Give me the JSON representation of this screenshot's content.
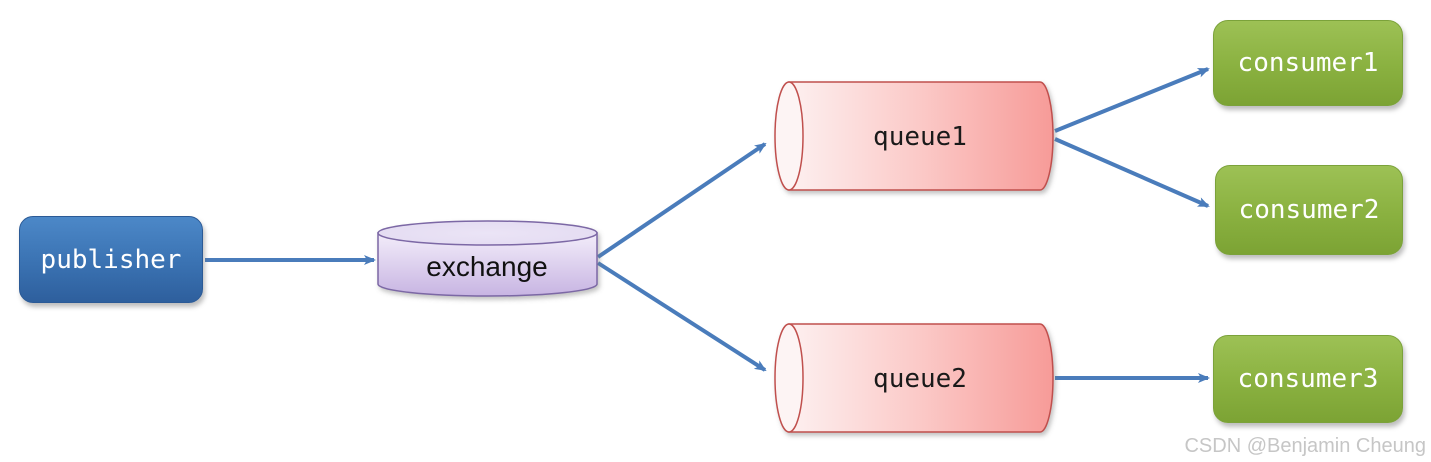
{
  "nodes": {
    "publisher": {
      "label": "publisher",
      "shape": "rounded-box",
      "fill": "blue"
    },
    "exchange": {
      "label": "exchange",
      "shape": "cylinder-vertical",
      "fill": "purple"
    },
    "queue1": {
      "label": "queue1",
      "shape": "cylinder-horizontal",
      "fill": "pink"
    },
    "queue2": {
      "label": "queue2",
      "shape": "cylinder-horizontal",
      "fill": "pink"
    },
    "consumer1": {
      "label": "consumer1",
      "shape": "rounded-box",
      "fill": "green"
    },
    "consumer2": {
      "label": "consumer2",
      "shape": "rounded-box",
      "fill": "green"
    },
    "consumer3": {
      "label": "consumer3",
      "shape": "rounded-box",
      "fill": "green"
    }
  },
  "edges": [
    {
      "from": "publisher",
      "to": "exchange"
    },
    {
      "from": "exchange",
      "to": "queue1"
    },
    {
      "from": "exchange",
      "to": "queue2"
    },
    {
      "from": "queue1",
      "to": "consumer1"
    },
    {
      "from": "queue1",
      "to": "consumer2"
    },
    {
      "from": "queue2",
      "to": "consumer3"
    }
  ],
  "watermark": {
    "text": "CSDN @Benjamin Cheung"
  },
  "colors": {
    "arrow": "#4A7CBB",
    "publisher_top": "#4C88C8",
    "publisher_bottom": "#2E5F9D",
    "consumer_top": "#9DC155",
    "consumer_bottom": "#7CA334",
    "queue_light": "#FDF0F0",
    "queue_dark": "#F79B98",
    "queue_border": "#C0504D",
    "exchange_body_light": "#F3EDFA",
    "exchange_body_dark": "#C7B4E2",
    "exchange_top_fill": "#E4DCF2",
    "exchange_border": "#7C67A5",
    "label_dark": "#1A1A1A",
    "label_light": "#FFFFFF",
    "watermark": "#C6C6C6"
  }
}
